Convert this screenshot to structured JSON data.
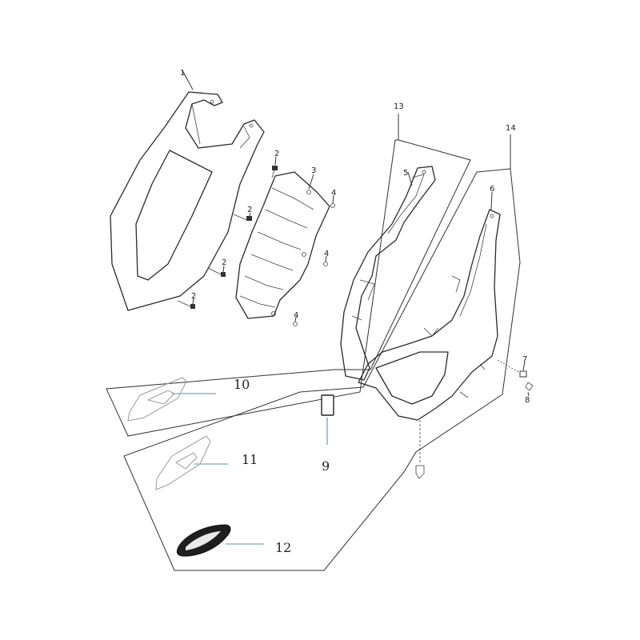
{
  "diagram": {
    "callouts": {
      "c1": "1",
      "c2": "2",
      "c3": "3",
      "c4": "4",
      "c5": "5",
      "c6": "6",
      "c7": "7",
      "c8": "8",
      "c9": "9",
      "c10": "10",
      "c11": "11",
      "c12": "12",
      "c13": "13",
      "c14": "14"
    },
    "colors": {
      "line": "#2a2a2a",
      "leader_blue": "#8fb3d6",
      "background": "#ffffff"
    }
  }
}
